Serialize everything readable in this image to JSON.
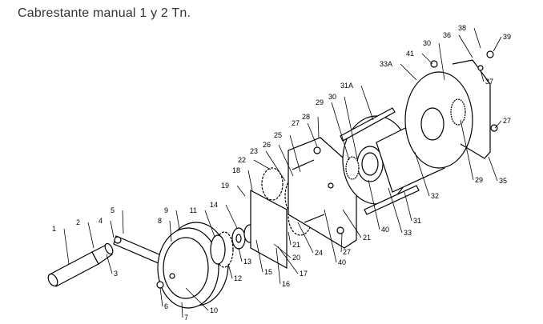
{
  "title": "Cabrestante manual 1 y 2 Tn.",
  "part_labels": [
    "1",
    "2",
    "3",
    "4",
    "5",
    "6",
    "7",
    "8",
    "9",
    "10",
    "11",
    "12",
    "13",
    "14",
    "15",
    "16",
    "17",
    "18",
    "19",
    "20",
    "21",
    "22",
    "23",
    "24",
    "25",
    "26",
    "27",
    "27",
    "21",
    "40",
    "40",
    "33",
    "31",
    "32",
    "28",
    "29",
    "30",
    "31A",
    "29",
    "35",
    "27",
    "33A",
    "41",
    "30",
    "36",
    "38",
    "39",
    "37"
  ]
}
